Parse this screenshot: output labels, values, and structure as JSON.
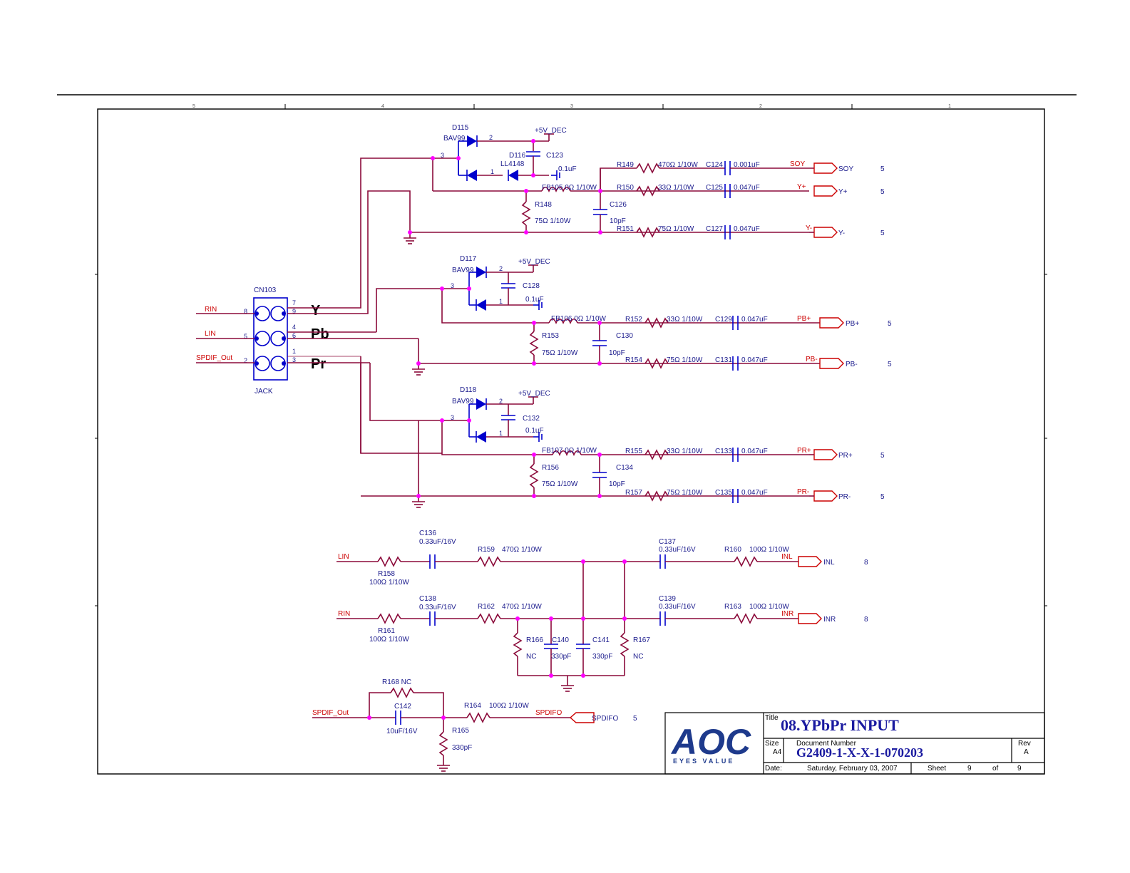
{
  "title_block": {
    "title_label": "Title",
    "title": "08.YPbPr INPUT",
    "size_label": "Size",
    "size": "A4",
    "docnum_label": "Document Number",
    "docnum": "G2409-1-X-X-1-070203",
    "rev_label": "Rev",
    "rev": "A",
    "date_label": "Date:",
    "date": "Saturday, February 03, 2007",
    "sheet_label": "Sheet",
    "sheet": "9",
    "of_label": "of",
    "of": "9",
    "logo": "AOC",
    "tagline": "EYES VALUE"
  },
  "zones": [
    "5",
    "4",
    "3",
    "2",
    "1"
  ],
  "jack": {
    "ref": "CN103",
    "name": "JACK",
    "signals": [
      "Y",
      "Pb",
      "Pr"
    ],
    "inputs": [
      "RIN",
      "LIN",
      "SPDIF_Out"
    ],
    "pins_left": [
      "8",
      "5",
      "2"
    ],
    "pins_right_top": [
      "7",
      "4",
      "1"
    ],
    "pins_right": [
      "9",
      "6",
      "3"
    ]
  },
  "labels": {
    "vcc": "+5V_DEC",
    "d115": "D115",
    "bav99": "BAV99",
    "d116": "D116",
    "ll4148": "LL4148",
    "d117": "D117",
    "d118": "D118",
    "c123": "C123",
    "c128": "C128",
    "c132": "C132",
    "v01uF": "0.1uF",
    "fb105": "FB105 0Ω 1/10W",
    "fb106": "FB106 0Ω 1/10W",
    "fb107": "FB107 0Ω 1/10W",
    "r148": "R148",
    "r153": "R153",
    "r156": "R156",
    "v75": "75Ω 1/10W",
    "c126": "C126",
    "c130": "C130",
    "c134": "C134",
    "v10pF": "10pF",
    "r149": "R149",
    "v470": "470Ω 1/10W",
    "c124": "C124",
    "v0001uF": "0.001uF",
    "r150": "R150",
    "v33": "33Ω 1/10W",
    "c125": "C125",
    "v0047uF": "0.047uF",
    "r151": "R151",
    "c127": "C127",
    "r152": "R152",
    "c129": "C129",
    "r154": "R154",
    "c131": "C131",
    "r155": "R155",
    "c133": "C133",
    "r157": "R157",
    "c135": "C135",
    "pin1": "1",
    "pin2": "2",
    "pin3": "3",
    "c136": "C136",
    "c137": "C137",
    "c138": "C138",
    "c139": "C139",
    "v033uF": "0.33uF/16V",
    "r158": "R158",
    "r161": "R161",
    "v100": "100Ω 1/10W",
    "r159": "R159",
    "v470b": "470Ω 1/10W",
    "r162": "R162",
    "r160": "R160",
    "r163": "R163",
    "r166": "R166",
    "r167": "R167",
    "nc": "NC",
    "c140": "C140",
    "c141": "C141",
    "v330pF": "330pF",
    "r168": "R168  NC",
    "c142": "C142",
    "v10uF": "10uF/16V",
    "r164": "R164",
    "r164v": "100Ω 1/10W",
    "r165": "R165"
  },
  "nets": {
    "soy": "SOY",
    "yp": "Y+",
    "ym": "Y-",
    "pbp": "PB+",
    "pbm": "PB-",
    "prp": "PR+",
    "prm": "PR-",
    "lin": "LIN",
    "rin": "RIN",
    "inl": "INL",
    "inr": "INR",
    "spdif_out": "SPDIF_Out",
    "spdifo": "SPDIFO"
  },
  "ports": {
    "soy": "SOY",
    "yp": "Y+",
    "ym": "Y-",
    "pbp": "PB+",
    "pbm": "PB-",
    "prp": "PR+",
    "prm": "PR-",
    "inl": "INL",
    "inr": "INR",
    "spdifo": "SPDIFO"
  },
  "sheet_refs": {
    "soy": "5",
    "yp": "5",
    "ym": "5",
    "pbp": "5",
    "pbm": "5",
    "prp": "5",
    "prm": "5",
    "inl": "8",
    "inr": "8",
    "spdifo": "5"
  }
}
